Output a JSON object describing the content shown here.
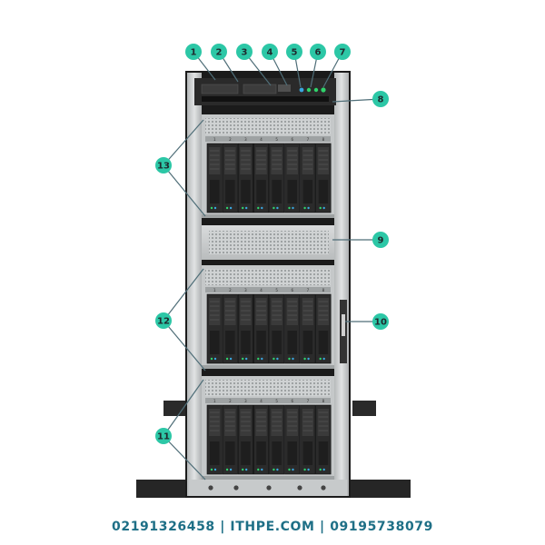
{
  "image": {
    "subject": "Tower server front view with numbered callouts",
    "colors": {
      "callout_fill": "#2cc7a6",
      "callout_line": "#4f6e78",
      "chassis_dark": "#1b1b1b",
      "bezel_silver": "#c9cbcc",
      "drive_face": "#2b2b2b",
      "drive_led": "#2fd36b",
      "contact_text": "#1e6f86"
    }
  },
  "callouts": [
    {
      "label": "1"
    },
    {
      "label": "2"
    },
    {
      "label": "3"
    },
    {
      "label": "4"
    },
    {
      "label": "5"
    },
    {
      "label": "6"
    },
    {
      "label": "7"
    },
    {
      "label": "8"
    },
    {
      "label": "9"
    },
    {
      "label": "10"
    },
    {
      "label": "11"
    },
    {
      "label": "12"
    },
    {
      "label": "13"
    }
  ],
  "drive_cages": {
    "count": 3,
    "bays_per_cage": 8,
    "bay_numbers": [
      "1",
      "2",
      "3",
      "4",
      "5",
      "6",
      "7",
      "8"
    ]
  },
  "footer": {
    "contact": "02191326458 | ITHPE.COM | 09195738079"
  }
}
